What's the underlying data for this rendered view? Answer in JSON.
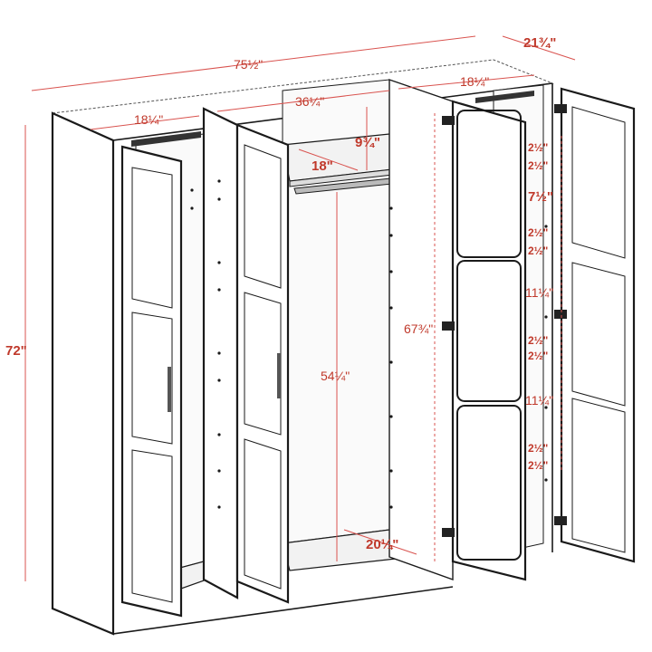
{
  "dimensions": {
    "total_width": "75½\"",
    "depth": "21¾\"",
    "height": "72\"",
    "left_inner_width": "18¼\"",
    "center_inner_width": "36¼\"",
    "right_inner_width": "18¼\"",
    "shelf_clearance": "9¾\"",
    "shelf_depth": "18\"",
    "hanging_height": "54¼\"",
    "floor_depth": "20¼\"",
    "interior_height": "67¾\"",
    "door_gaps": [
      "2½\"",
      "2½\"",
      "7½\"",
      "2½\"",
      "2½\"",
      "11¼\"",
      "2½\"",
      "2½\"",
      "11¼\"",
      "2½\"",
      "2½\""
    ]
  },
  "colors": {
    "dimension": "#c0392b",
    "outline": "#1a1a1a"
  }
}
